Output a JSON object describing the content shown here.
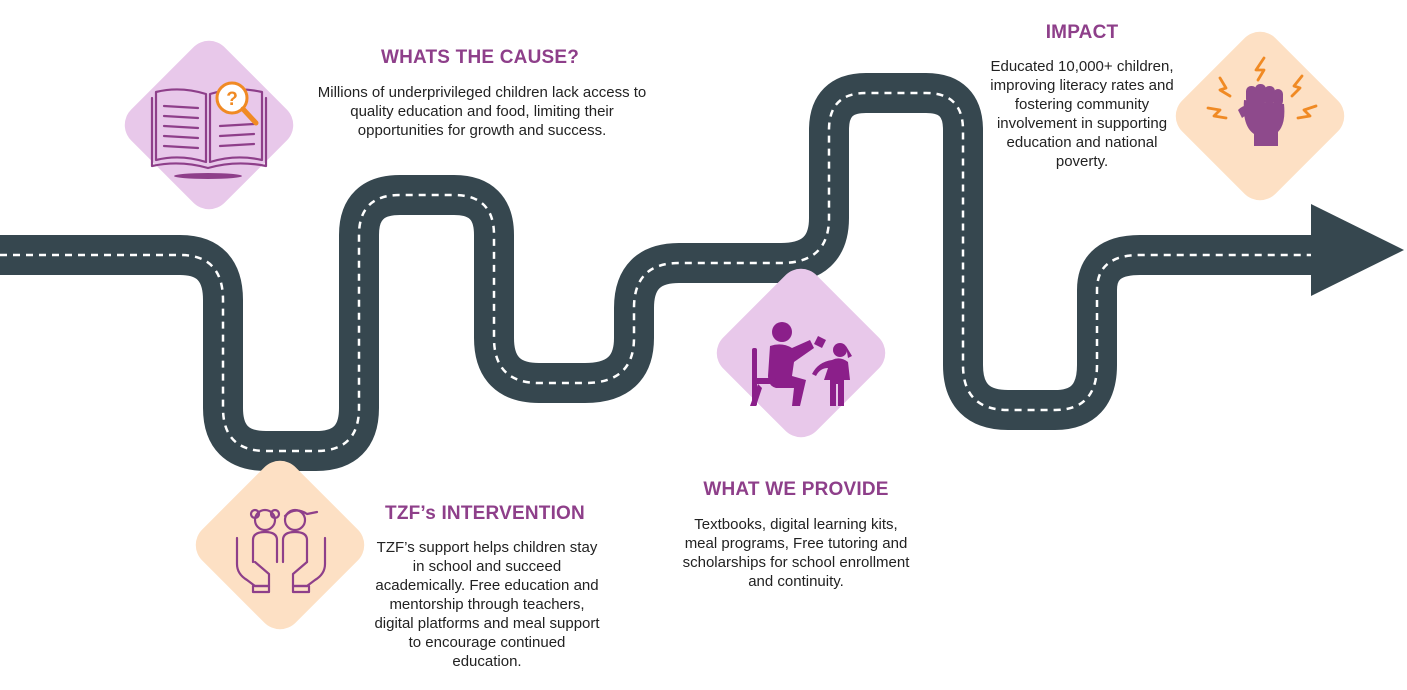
{
  "theme": {
    "road": "#36474f",
    "road_dash": "#ffffff",
    "accent": "#8e3f8a",
    "lilac": "#e8c8ea",
    "peach": "#fde0c4",
    "orange": "#f08a24",
    "icon_purple": "#8b1f8a"
  },
  "stages": {
    "cause": {
      "heading": "WHATS THE CAUSE?",
      "text": "Millions of underprivileged children lack access to quality education and food, limiting their opportunities for growth and success.",
      "icon": "book-magnifier-icon"
    },
    "intervention": {
      "heading": "TZF’s INTERVENTION",
      "text": "TZF’s support helps children stay in school and succeed academically. Free education and mentorship through teachers, digital platforms and meal support to encourage continued education.",
      "icon": "children-in-hands-icon"
    },
    "provide": {
      "heading": "WHAT WE PROVIDE",
      "text": "Textbooks, digital learning kits, meal programs, Free tutoring and scholarships for school enrollment and continuity.",
      "icon": "teacher-student-icon"
    },
    "impact": {
      "heading": "IMPACT",
      "text": "Educated 10,000+ children, improving literacy rates and fostering community involvement in supporting education and national poverty.",
      "icon": "raised-fist-icon"
    }
  }
}
